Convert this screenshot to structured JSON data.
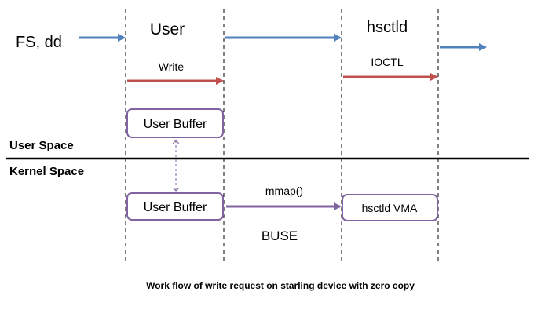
{
  "labels": {
    "source": "FS, dd",
    "user_column": "User",
    "hsctld_column": "hsctld",
    "write_arrow": "Write",
    "ioctl_arrow": "IOCTL",
    "mmap_arrow": "mmap()",
    "buse": "BUSE",
    "user_space": "User Space",
    "kernel_space": "Kernel Space",
    "caption": "Work flow of write request on starling device with zero copy"
  },
  "boxes": {
    "user_buffer_top": "User Buffer",
    "user_buffer_bottom": "User Buffer",
    "hsctld_vma": "hsctld VMA"
  },
  "colors": {
    "blue_arrow": "#4F81BD",
    "red_arrow": "#C0504D",
    "purple_box": "#8064A2",
    "boundary_line": "#000000",
    "dashed_line": "#000000"
  }
}
